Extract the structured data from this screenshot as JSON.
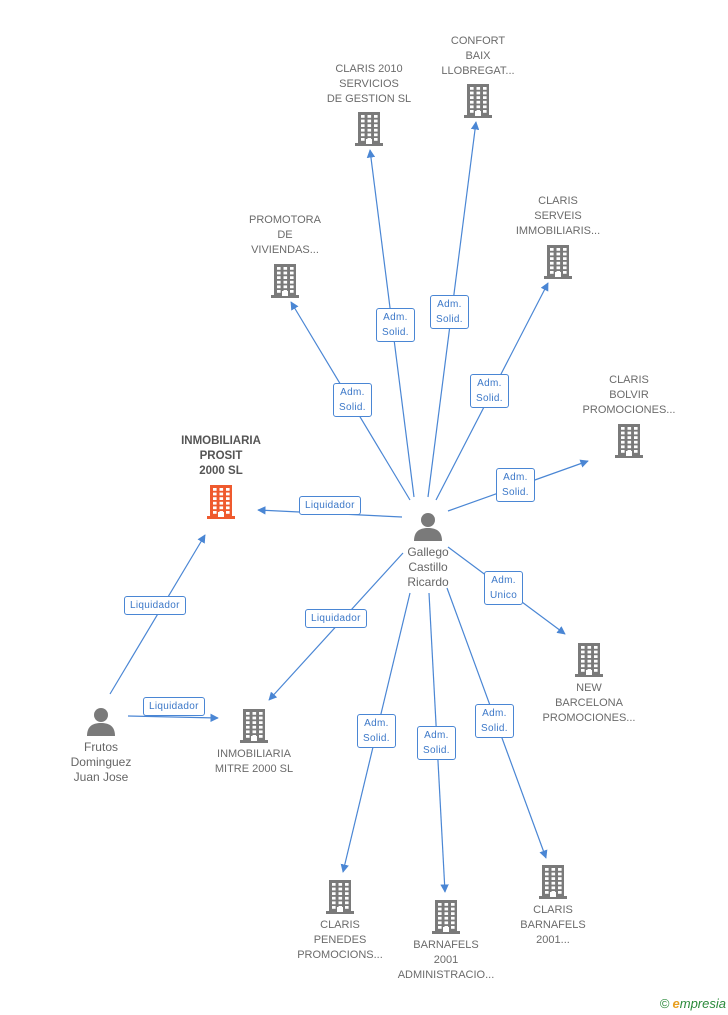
{
  "colors": {
    "edge": "#4a86d4",
    "building": "#7a7a7a",
    "building_main": "#ef5a2e",
    "person": "#7a7a7a"
  },
  "nodes": {
    "confort": {
      "lines": [
        "CONFORT",
        "BAIX",
        "LLOBREGAT..."
      ],
      "icon": "building-icon"
    },
    "claris2010": {
      "lines": [
        "CLARIS 2010",
        "SERVICIOS",
        "DE GESTION SL"
      ],
      "icon": "building-icon"
    },
    "promotora": {
      "lines": [
        "PROMOTORA",
        "DE",
        "VIVIENDAS..."
      ],
      "icon": "building-icon"
    },
    "serveis": {
      "lines": [
        "CLARIS",
        "SERVEIS",
        "IMMOBILIARIS..."
      ],
      "icon": "building-icon"
    },
    "bolvir": {
      "lines": [
        "CLARIS",
        "BOLVIR",
        "PROMOCIONES..."
      ],
      "icon": "building-icon"
    },
    "prosit": {
      "lines": [
        "INMOBILIARIA",
        "PROSIT",
        "2000 SL"
      ],
      "icon": "building-icon"
    },
    "gallego": {
      "lines": [
        "Gallego",
        "Castillo",
        "Ricardo"
      ],
      "icon": "person-icon"
    },
    "newbarcelona": {
      "lines": [
        "NEW",
        "BARCELONA",
        "PROMOCIONES..."
      ],
      "icon": "building-icon"
    },
    "frutos": {
      "lines": [
        "Frutos",
        "Dominguez",
        "Juan Jose"
      ],
      "icon": "person-icon"
    },
    "mitre": {
      "lines": [
        "INMOBILIARIA",
        "MITRE 2000 SL"
      ],
      "icon": "building-icon"
    },
    "penedes": {
      "lines": [
        "CLARIS",
        "PENEDES",
        "PROMOCIONS..."
      ],
      "icon": "building-icon"
    },
    "barnafels_admin": {
      "lines": [
        "BARNAFELS",
        "2001",
        "ADMINISTRACIO..."
      ],
      "icon": "building-icon"
    },
    "barnafels_claris": {
      "lines": [
        "CLARIS",
        "BARNAFELS",
        "2001..."
      ],
      "icon": "building-icon"
    }
  },
  "edges": [
    {
      "label": [
        "Adm.",
        "Solid."
      ]
    },
    {
      "label": [
        "Adm.",
        "Solid."
      ]
    },
    {
      "label": [
        "Adm.",
        "Solid."
      ]
    },
    {
      "label": [
        "Adm.",
        "Solid."
      ]
    },
    {
      "label": [
        "Adm.",
        "Solid."
      ]
    },
    {
      "label": [
        "Liquidador"
      ]
    },
    {
      "label": [
        "Adm.",
        "Unico"
      ]
    },
    {
      "label": [
        "Liquidador"
      ]
    },
    {
      "label": [
        "Adm.",
        "Solid."
      ]
    },
    {
      "label": [
        "Adm.",
        "Solid."
      ]
    },
    {
      "label": [
        "Adm.",
        "Solid."
      ]
    },
    {
      "label": [
        "Liquidador"
      ]
    },
    {
      "label": [
        "Liquidador"
      ]
    }
  ],
  "footer": {
    "copyright": "©",
    "brand_e": "e",
    "brand_rest": "mpresia"
  }
}
